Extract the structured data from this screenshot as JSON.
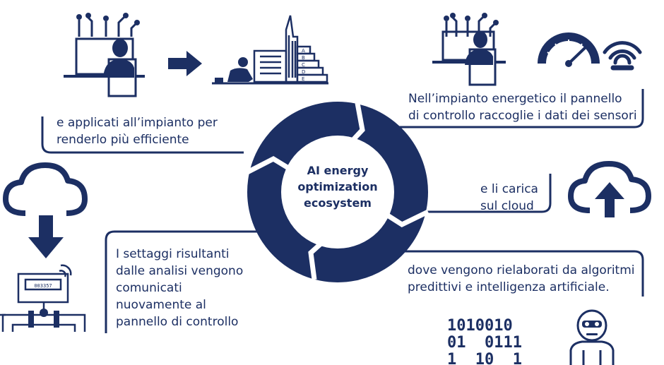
{
  "center": {
    "line1": "AI energy",
    "line2": "optimization",
    "line3": "ecosystem"
  },
  "steps": {
    "sensors": {
      "line1": "Nell’impianto energetico il pannello",
      "line2": "di controllo raccoglie i dati dei sensori"
    },
    "cloud": {
      "line1": "e li carica",
      "line2": "sul cloud"
    },
    "algorithms": {
      "line1": "dove vengono rielaborati da algoritmi",
      "line2": "predittivi e intelligenza artificiale."
    },
    "settings": {
      "line1": "I settaggi risultanti",
      "line2": "dalle analisi vengono",
      "line3": "comunicati",
      "line4": "nuovamente al",
      "line5": "pannello di controllo"
    },
    "applied": {
      "line1": "e applicati all’impianto per",
      "line2": "renderlo più efficiente"
    }
  },
  "building_labels": [
    "A",
    "B",
    "C",
    "D",
    "E"
  ],
  "binary_rows": [
    "1010010",
    "01  0111",
    "1  10  1"
  ],
  "meter_display": "003357",
  "icons": [
    "person-computer-icon",
    "arrow-right-icon",
    "building-icon",
    "gauge-icon",
    "wifi-icon",
    "cloud-upload-icon",
    "cloud-download-icon",
    "meter-pipe-icon",
    "binary-code-icon",
    "robot-icon"
  ],
  "colors": {
    "navy": "#1c2f63",
    "white": "#ffffff"
  }
}
